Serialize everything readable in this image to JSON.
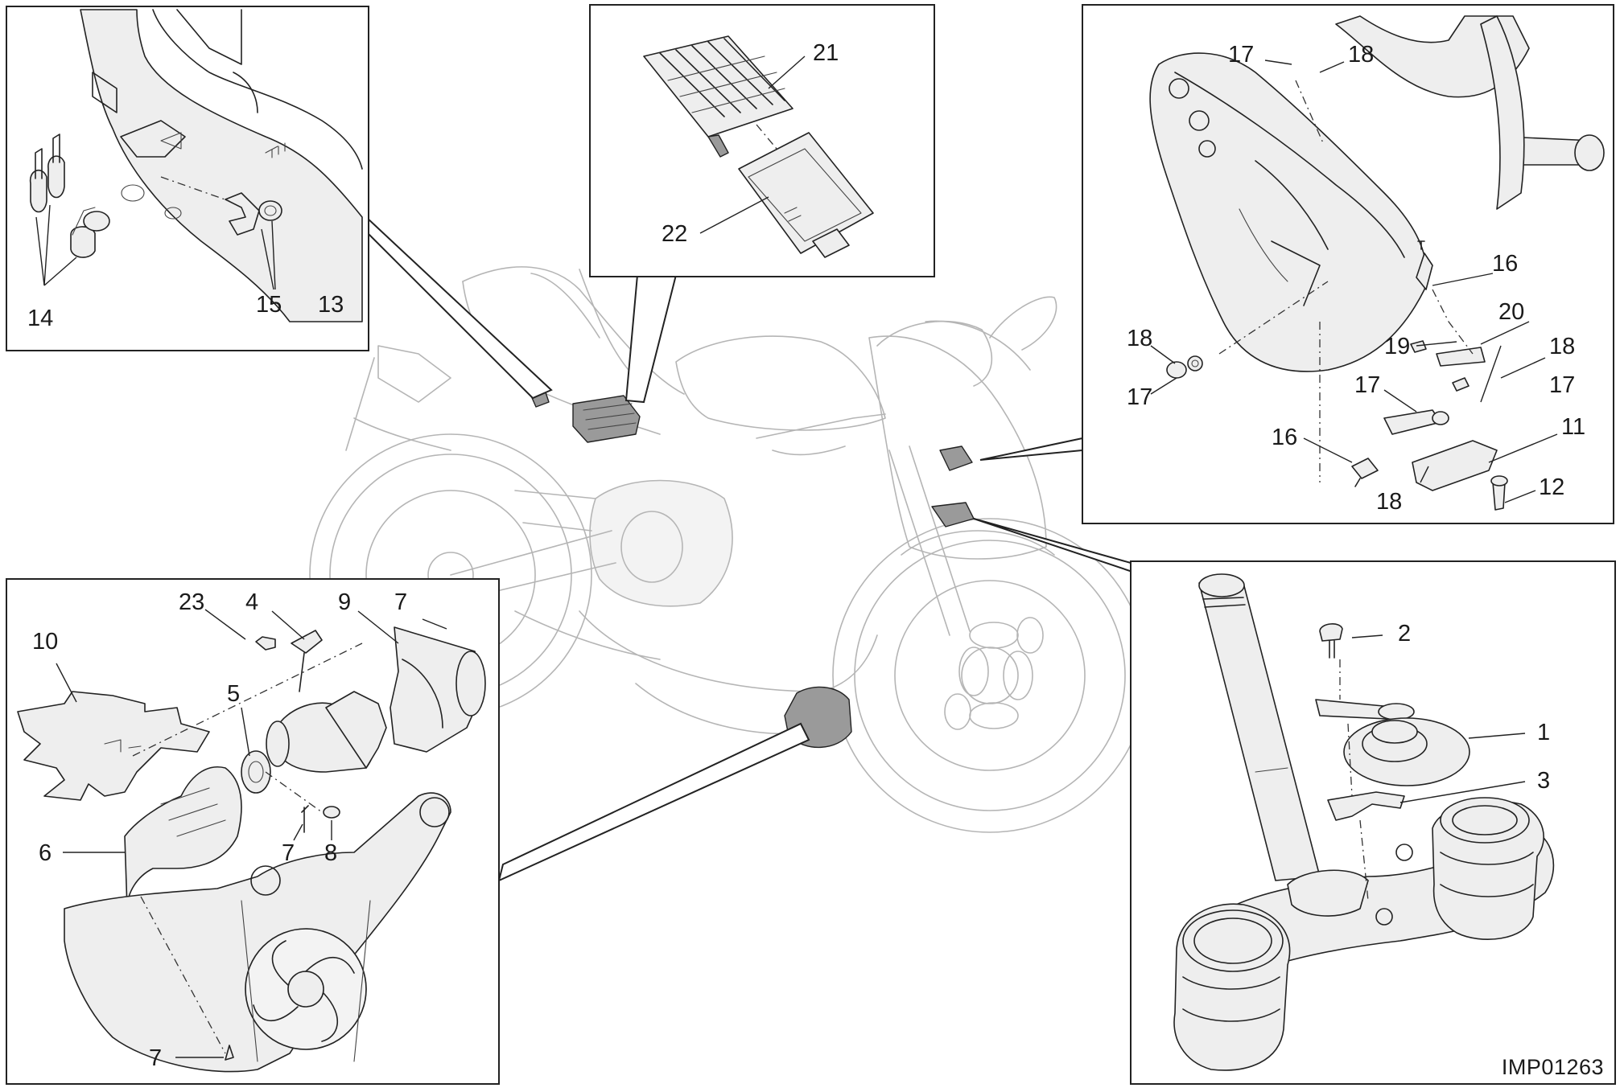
{
  "diagram": {
    "reference_code": "IMP01263",
    "panels": {
      "tail_lock": {
        "callouts": [
          "14",
          "15",
          "13"
        ]
      },
      "control_unit": {
        "callouts": [
          "21",
          "22"
        ]
      },
      "headlight_bracket": {
        "callouts": [
          "17",
          "18",
          "16",
          "20",
          "18",
          "17",
          "19",
          "18",
          "17",
          "17",
          "16",
          "11",
          "12",
          "18"
        ]
      },
      "exhaust_valve": {
        "callouts": [
          "23",
          "4",
          "9",
          "7",
          "10",
          "5",
          "6",
          "7",
          "8",
          "7"
        ]
      },
      "horn": {
        "callouts": [
          "2",
          "1",
          "3"
        ]
      }
    }
  }
}
